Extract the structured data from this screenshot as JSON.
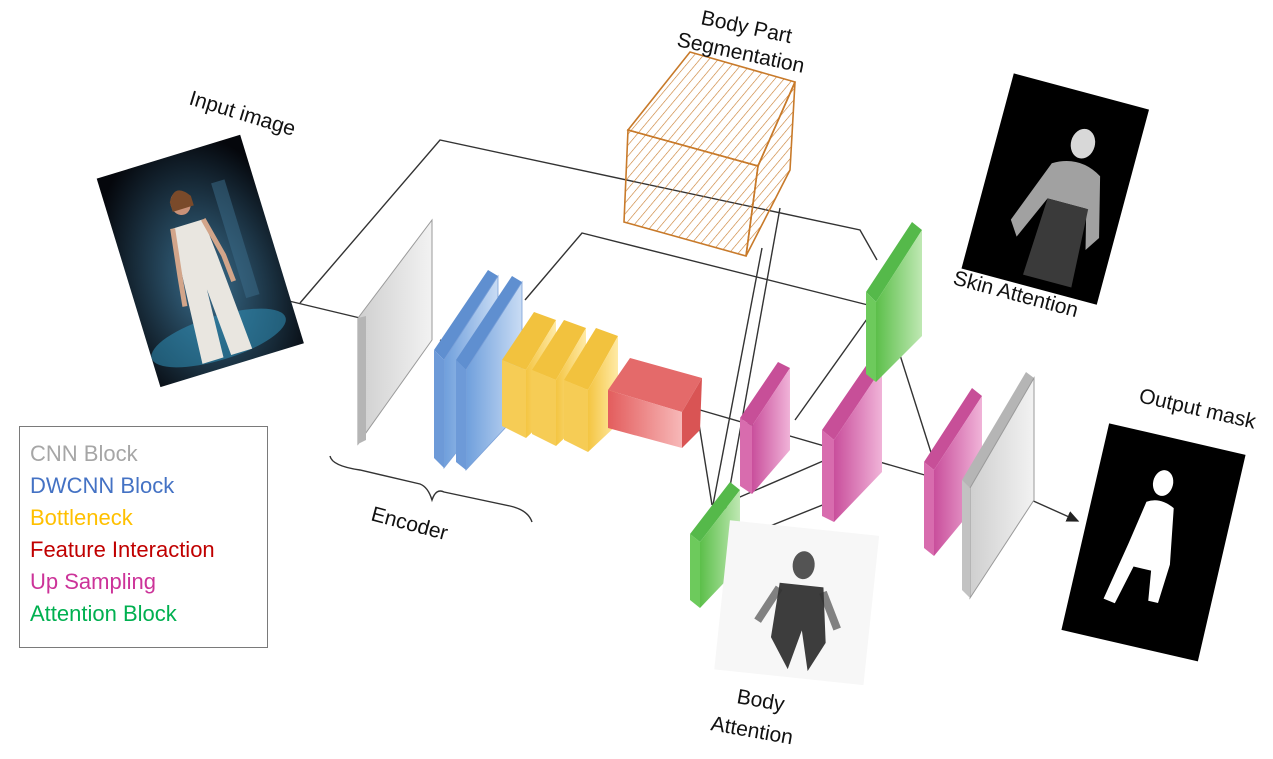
{
  "labels": {
    "input_image": "Input image",
    "body_part_line1": "Body Part",
    "body_part_line2": "Segmentation",
    "skin_attention": "Skin Attention",
    "output_mask": "Output mask",
    "encoder": "Encoder",
    "body_attention_line1": "Body",
    "body_attention_line2": "Attention"
  },
  "legend": {
    "items": [
      {
        "label": "CNN Block",
        "color": "#a6a6a6"
      },
      {
        "label": "DWCNN Block",
        "color": "#4472c4"
      },
      {
        "label": "Bottleneck",
        "color": "#ffc000"
      },
      {
        "label": "Feature  Interaction",
        "color": "#c00000"
      },
      {
        "label": "Up Sampling",
        "color": "#cc3399"
      },
      {
        "label": "Attention  Block",
        "color": "#00b050"
      }
    ]
  },
  "colors": {
    "cnn": "#d9d9d9",
    "dwcnn": "#8eb4e3",
    "bottleneck": "#ffd966",
    "feature_interaction": "#ea7070",
    "upsampling": "#d670b0",
    "attention": "#7ecf6a",
    "segmentation_cube": "#c87a2a"
  }
}
